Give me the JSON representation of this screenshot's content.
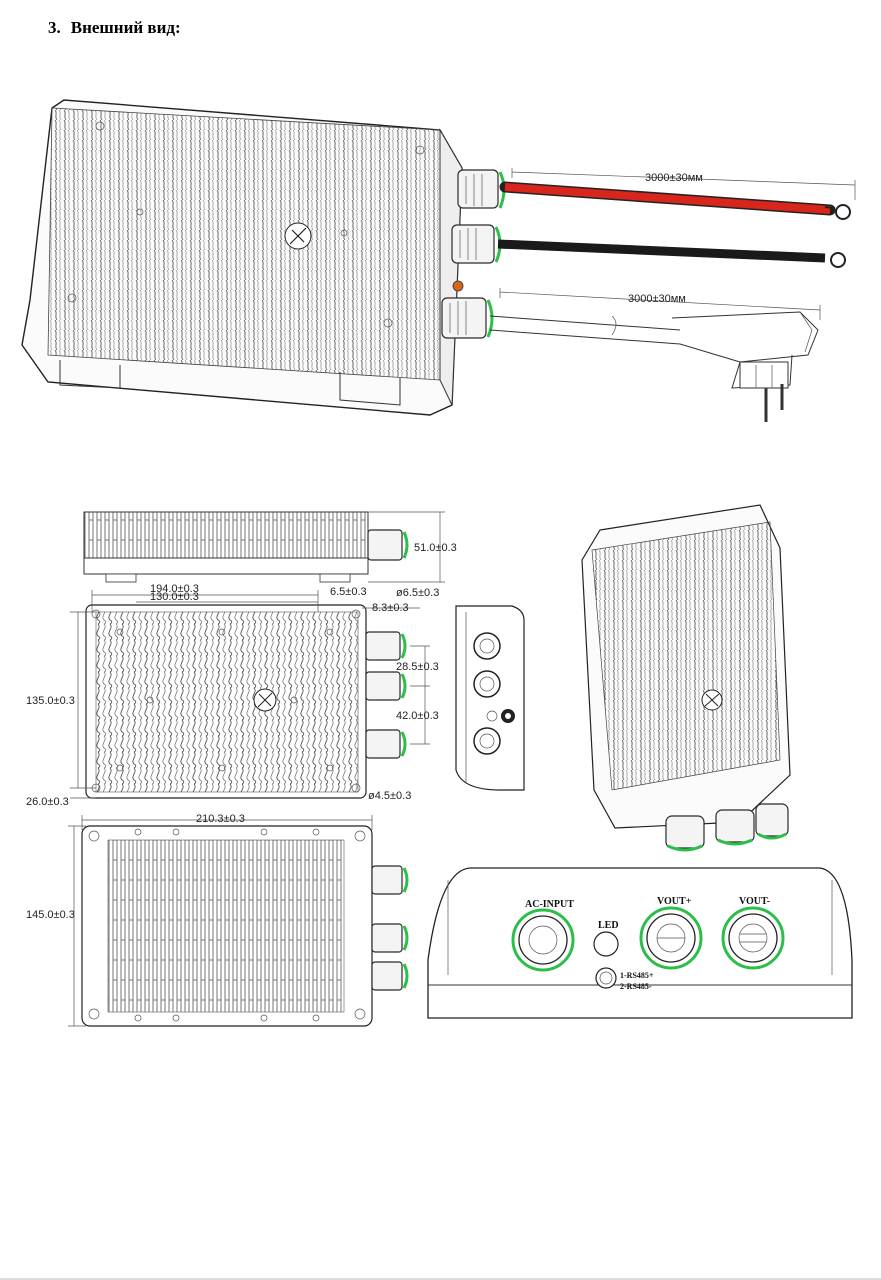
{
  "section": {
    "number": "3.",
    "title": "Внешний вид:"
  },
  "top_view": {
    "cable_length_dc": "3000±30мм",
    "cable_length_ac": "3000±30мм"
  },
  "drawings": {
    "side_height": "51.0±0.3",
    "width_194": "194.0±0.3",
    "width_130": "130.0±0.3",
    "dim_6_5": "6.5±0.3",
    "hole_6_5": "ø6.5±0.3",
    "dim_8_3": "8.3±0.3",
    "gap_28_5": "28.5±0.3",
    "gap_42": "42.0±0.3",
    "height_135": "135.0±0.3",
    "offset_26": "26.0±0.3",
    "hole_4_5": "ø4.5±0.3",
    "length_210": "210.3±0.3",
    "height_145": "145.0±0.3"
  },
  "connector_panel": {
    "ac_input": "AC-INPUT",
    "vout_plus": "VOUT+",
    "vout_minus": "VOUT-",
    "led": "LED",
    "rs485_plus": "1-RS485+",
    "rs485_minus": "2-RS485-"
  },
  "colors": {
    "red_cable": "#d9261c",
    "black_cable": "#1a1a1a",
    "gland_ring": "#2bbf4a"
  }
}
